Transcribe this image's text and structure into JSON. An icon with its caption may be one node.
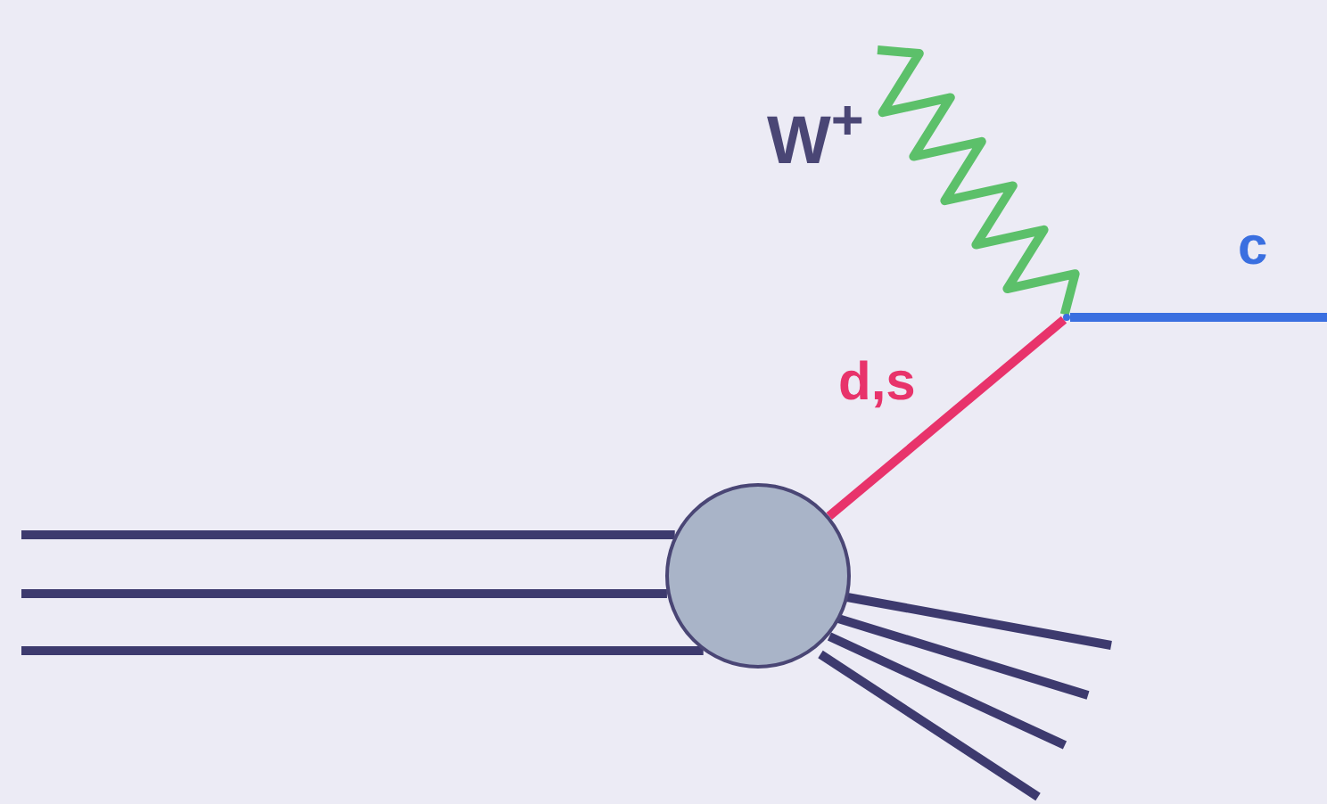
{
  "diagram": {
    "nodes": [
      {
        "text": [],
        "shape": "circle"
      },
      {
        "text": [],
        "shape": "dot"
      }
    ],
    "edges": [
      {
        "from": null,
        "to": 0,
        "arrow": "none"
      },
      {
        "from": null,
        "to": 0,
        "arrow": "none"
      },
      {
        "from": null,
        "to": 0,
        "arrow": "none"
      },
      {
        "from": 0,
        "to": null,
        "arrow": "none"
      },
      {
        "from": 0,
        "to": null,
        "arrow": "none"
      },
      {
        "from": 0,
        "to": null,
        "arrow": "none"
      },
      {
        "from": 0,
        "to": null,
        "arrow": "none"
      },
      {
        "from": 0,
        "to": 1,
        "arrow": "none",
        "label": "d,s",
        "color": "#e8336b"
      },
      {
        "from": 1,
        "to": null,
        "arrow": "none",
        "label": "W$^{+}$",
        "color": "#5cc06a"
      },
      {
        "from": 1,
        "to": null,
        "arrow": "none",
        "label": "c",
        "color": "#3a6fe0"
      }
    ]
  }
}
